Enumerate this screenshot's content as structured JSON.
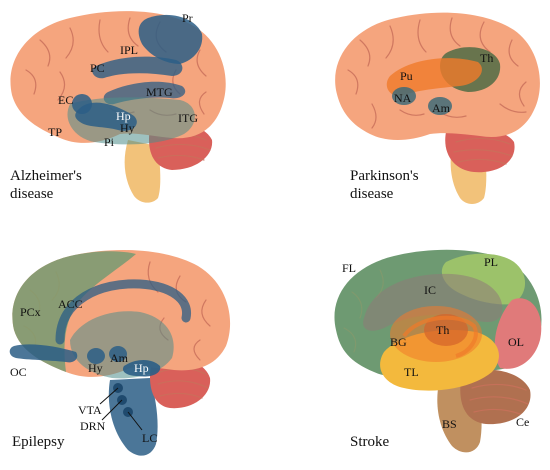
{
  "panels": {
    "alzheimers": {
      "caption_line1": "Alzheimer's",
      "caption_line2": "disease",
      "labels": {
        "pr": "Pr",
        "ipl": "IPL",
        "pc": "PC",
        "mtg": "MTG",
        "ec": "EC",
        "hp": "Hp",
        "hy": "Hy",
        "itg": "ITG",
        "tp": "TP",
        "pi": "Pi"
      }
    },
    "parkinsons": {
      "caption_line1": "Parkinson's",
      "caption_line2": "disease",
      "labels": {
        "th": "Th",
        "pu": "Pu",
        "na": "NA",
        "am": "Am"
      }
    },
    "epilepsy": {
      "caption": "Epilepsy",
      "labels": {
        "pcx": "PCx",
        "acc": "ACC",
        "oc": "OC",
        "hy": "Hy",
        "am": "Am",
        "hp": "Hp",
        "vta": "VTA",
        "drn": "DRN",
        "lc": "LC"
      }
    },
    "stroke": {
      "caption": "Stroke",
      "labels": {
        "fl": "FL",
        "pl": "PL",
        "ic": "IC",
        "th": "Th",
        "bg": "BG",
        "ol": "OL",
        "tl": "TL",
        "bs": "BS",
        "ce": "Ce"
      }
    }
  },
  "colors": {
    "cortex": "#f5a57e",
    "cerebellum": "#d9605a",
    "brainstem": "#f2c27a",
    "highlight_blue": "#2b5e86",
    "highlight_teal": "#4f8e8a",
    "highlight_orange": "#f07a2a",
    "highlight_green": "#7ba05b",
    "stroke_fl": "#6e9a72",
    "stroke_pl": "#9cc26a",
    "stroke_tl": "#f3b93d",
    "stroke_ol": "#e07a7a",
    "stroke_ce": "#b07050",
    "stroke_bs": "#c09060"
  }
}
